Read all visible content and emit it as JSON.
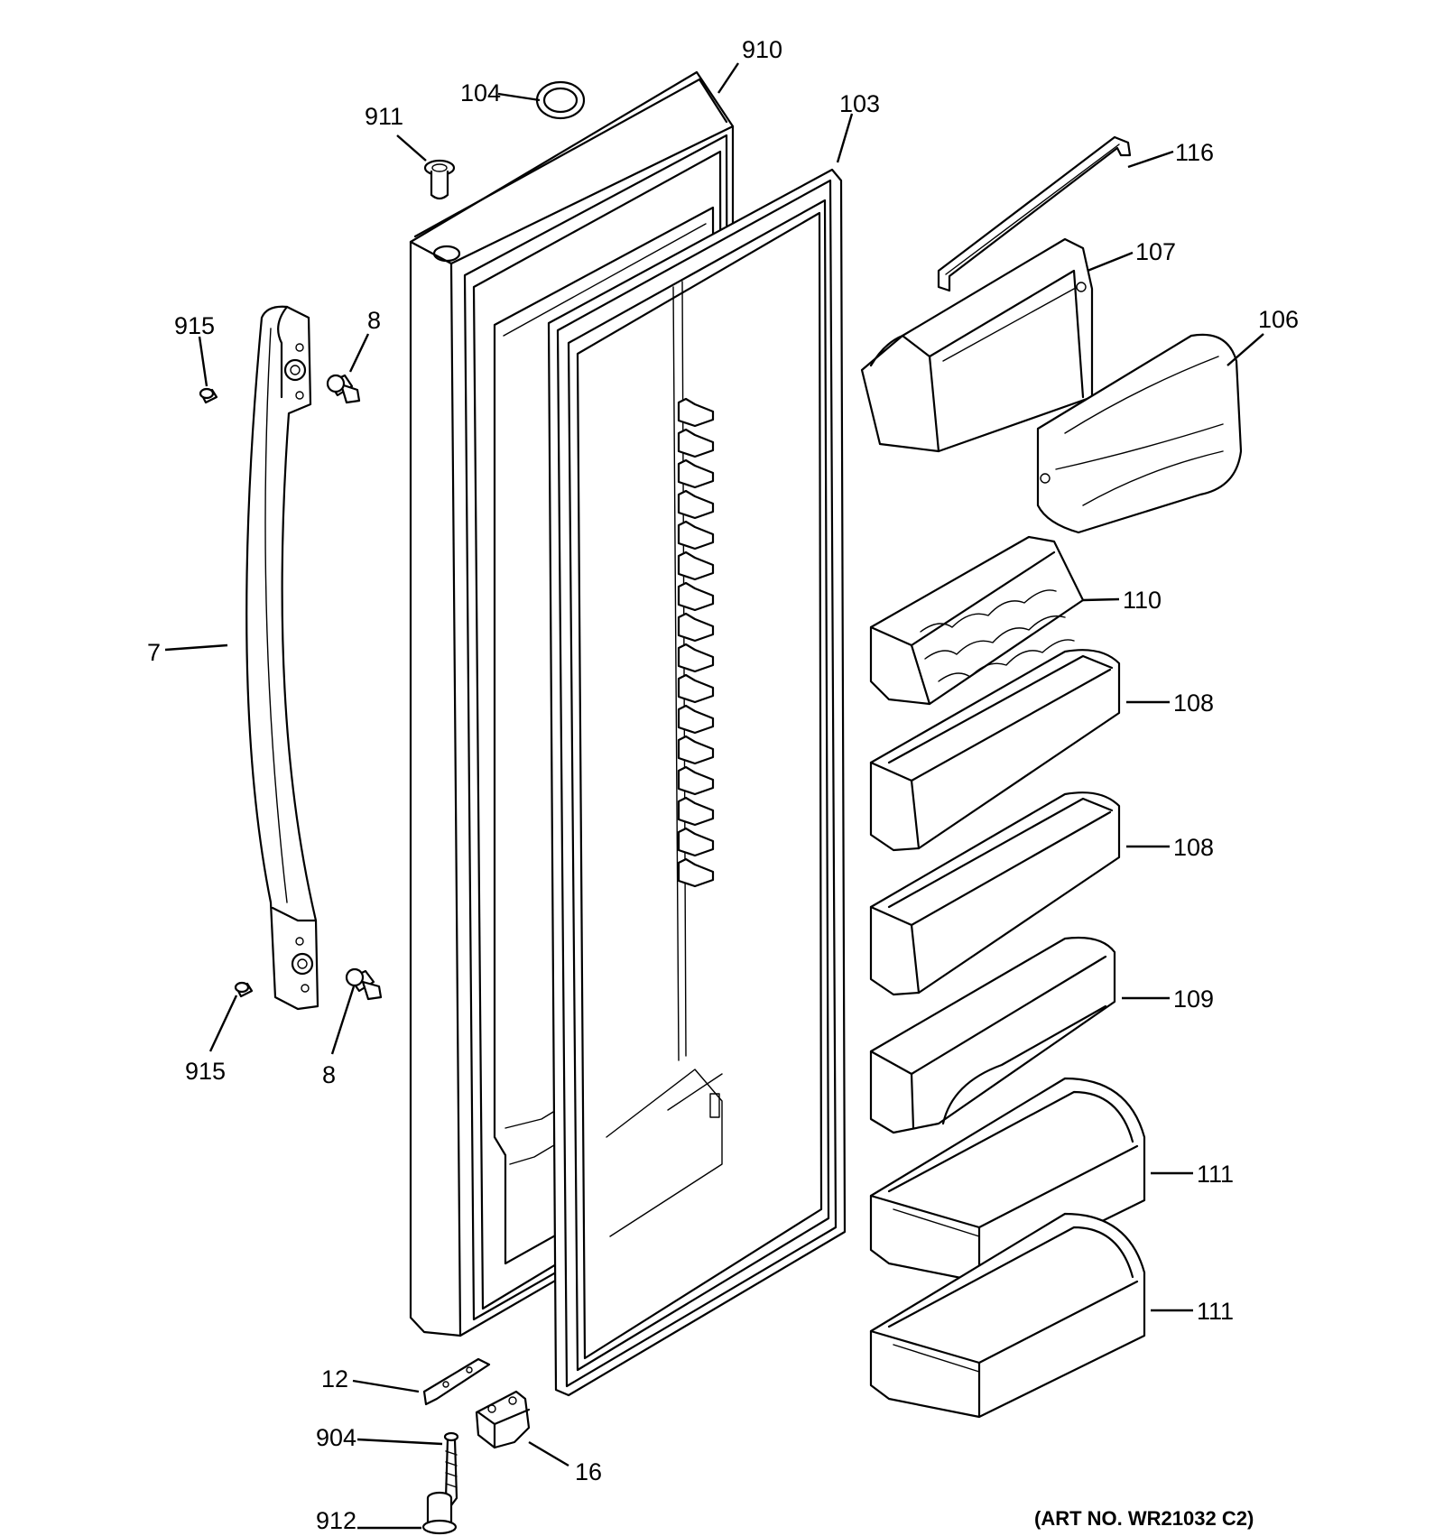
{
  "diagram": {
    "art_number": "(ART NO. WR21032 C2)",
    "callouts": [
      {
        "id": "c910",
        "label": "910"
      },
      {
        "id": "c104",
        "label": "104"
      },
      {
        "id": "c103",
        "label": "103"
      },
      {
        "id": "c911",
        "label": "911"
      },
      {
        "id": "c116",
        "label": "116"
      },
      {
        "id": "c107",
        "label": "107"
      },
      {
        "id": "c915a",
        "label": "915"
      },
      {
        "id": "c8a",
        "label": "8"
      },
      {
        "id": "c106",
        "label": "106"
      },
      {
        "id": "c110",
        "label": "110"
      },
      {
        "id": "c7",
        "label": "7"
      },
      {
        "id": "c108a",
        "label": "108"
      },
      {
        "id": "c108b",
        "label": "108"
      },
      {
        "id": "c109",
        "label": "109"
      },
      {
        "id": "c915b",
        "label": "915"
      },
      {
        "id": "c8b",
        "label": "8"
      },
      {
        "id": "c111a",
        "label": "111"
      },
      {
        "id": "c111b",
        "label": "111"
      },
      {
        "id": "c12",
        "label": "12"
      },
      {
        "id": "c904",
        "label": "904"
      },
      {
        "id": "c16",
        "label": "16"
      },
      {
        "id": "c912",
        "label": "912"
      }
    ]
  }
}
